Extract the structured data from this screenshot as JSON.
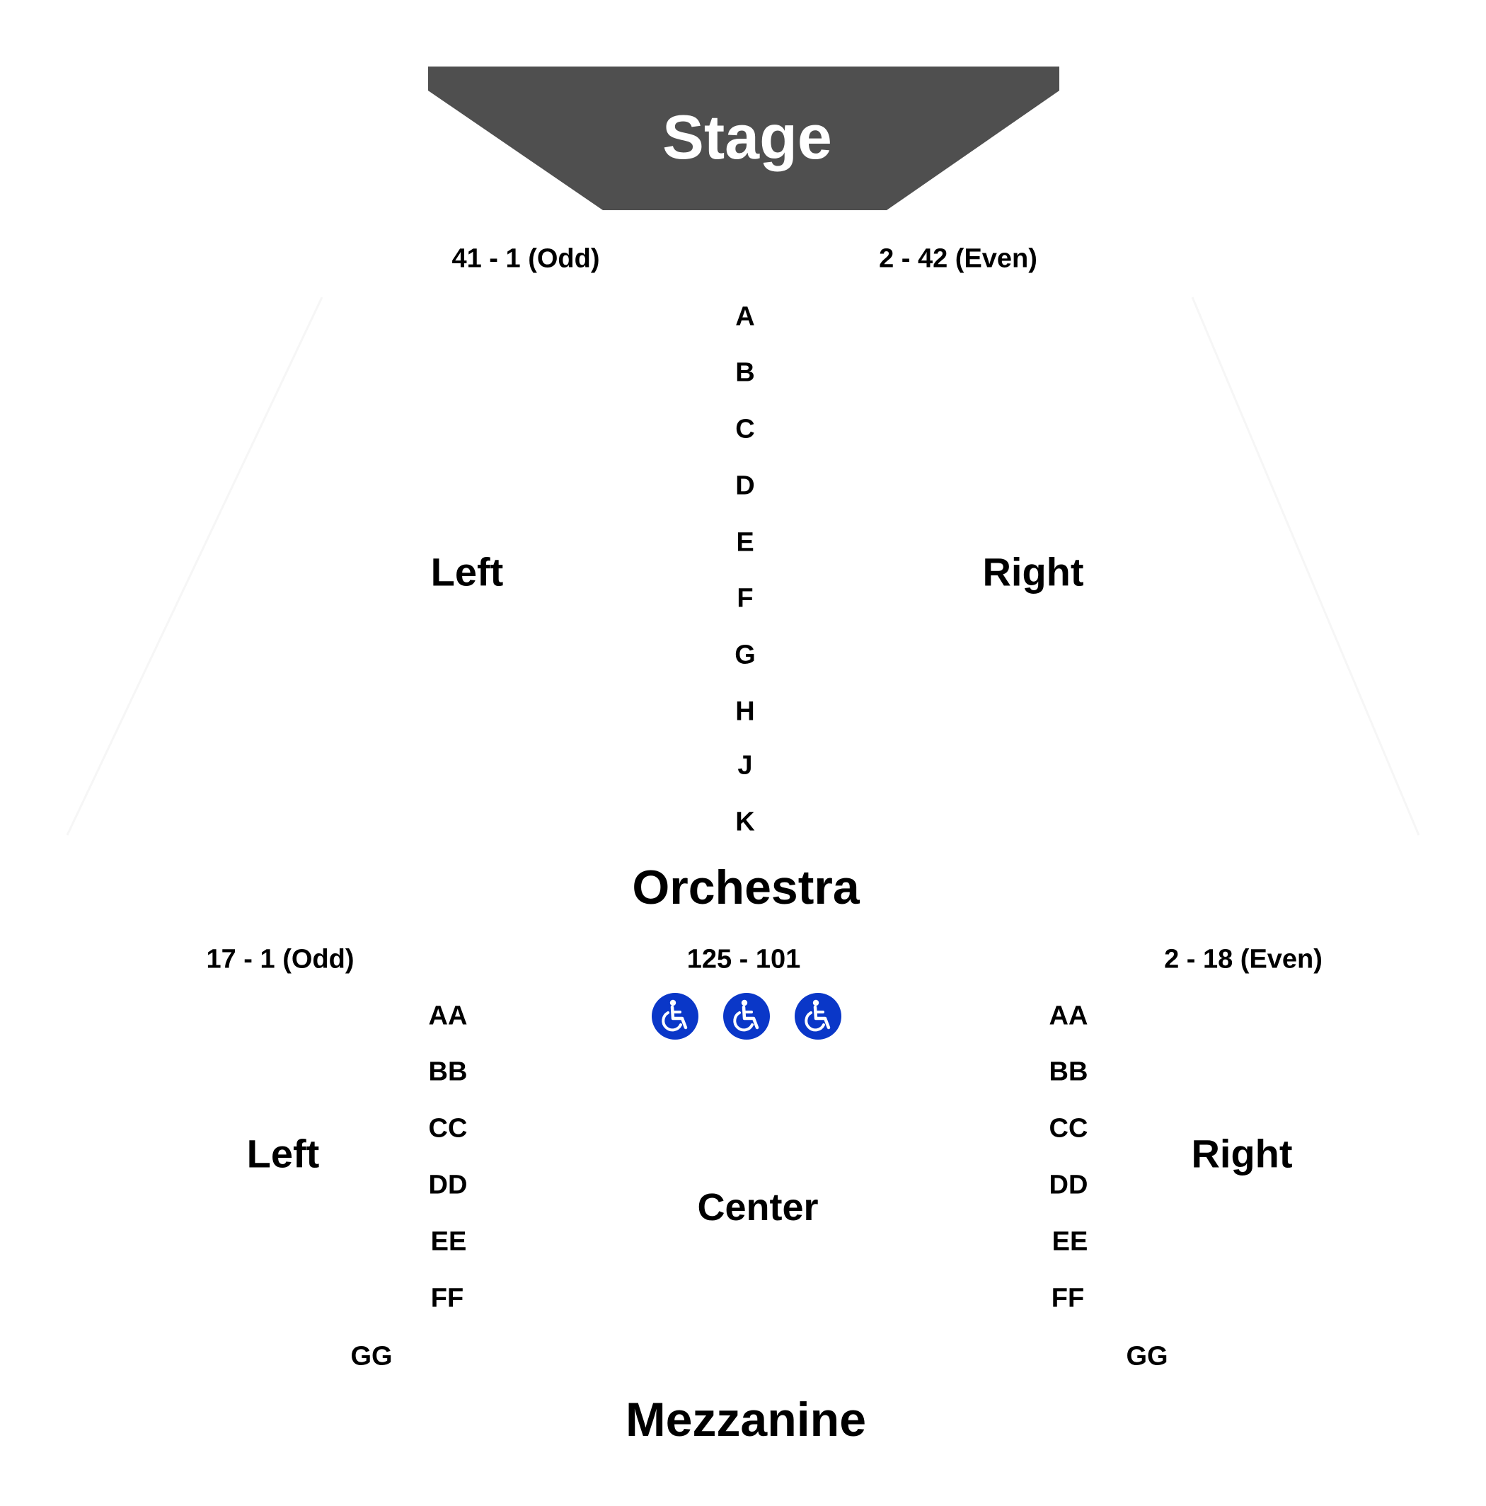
{
  "stage": {
    "label": "Stage",
    "fill": "#4f4f4f"
  },
  "orchestra": {
    "title": "Orchestra",
    "range_left": "41 - 1 (Odd)",
    "range_right": "2 - 42 (Even)",
    "section_left": "Left",
    "section_right": "Right",
    "rows": [
      "A",
      "B",
      "C",
      "D",
      "E",
      "F",
      "G",
      "H",
      "J",
      "K"
    ]
  },
  "mezzanine": {
    "title": "Mezzanine",
    "range_left": "17 - 1 (Odd)",
    "range_center": "125 - 101",
    "range_right": "2 - 18 (Even)",
    "section_left": "Left",
    "section_center": "Center",
    "section_right": "Right",
    "rows_left": [
      "AA",
      "BB",
      "CC",
      "DD",
      "EE",
      "FF",
      "GG"
    ],
    "rows_right": [
      "AA",
      "BB",
      "CC",
      "DD",
      "EE",
      "FF",
      "GG"
    ],
    "accessible_icon": "wheelchair-icon",
    "accessible_count": 3,
    "accessible_color": "#0a37c8"
  }
}
